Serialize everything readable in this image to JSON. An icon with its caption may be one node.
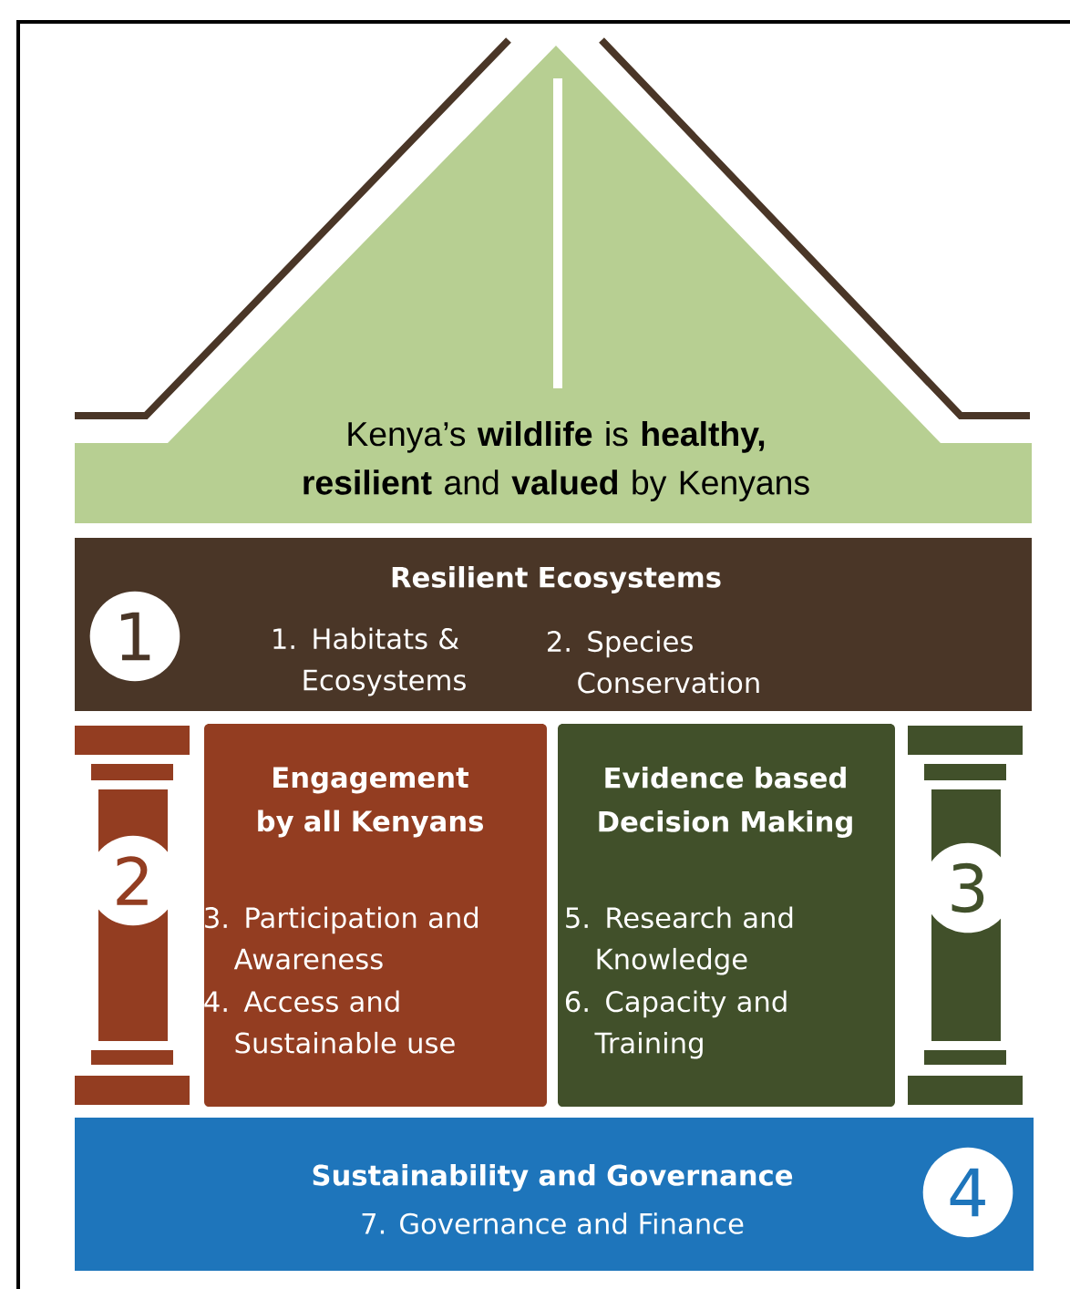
{
  "diagram": {
    "nodes": [
      {
        "text": [
          "Kenya’s **wildlife** is **healthy, resilient** and **valued** by Kenyans"
        ]
      },
      {
        "text": [
          "Resilient Ecosystems",
          "1. Habitats & Ecosystems",
          "2. Species Conservation"
        ]
      },
      {
        "text": [
          "1"
        ],
        "in": 1
      },
      {
        "text": [
          "2"
        ]
      },
      {
        "text": [
          "Engagement by all Kenyans",
          "3. Participation and Awareness",
          "4. Access and Sustainable use"
        ]
      },
      {
        "text": [
          "Evidence based Decision Making",
          "5. Research and Knowledge",
          "6. Capacity and Training"
        ]
      },
      {
        "text": [
          "3"
        ]
      },
      {
        "text": [
          "Sustainability and Governance",
          "7. Governance and Finance"
        ]
      },
      {
        "text": [
          "4"
        ],
        "in": 7
      }
    ]
  }
}
